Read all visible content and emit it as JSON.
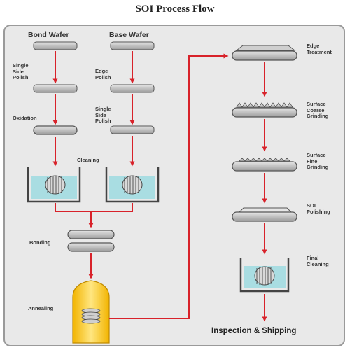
{
  "title": "SOI Process Flow",
  "labels": {
    "bond_wafer": "Bond Wafer",
    "base_wafer": "Base Wafer",
    "single_side_polish_left": "Single\nSide\nPolish",
    "edge_polish": "Edge\nPolish",
    "oxidation": "Oxidation",
    "single_side_polish_right": "Single\nSide\nPolish",
    "cleaning": "Cleaning",
    "bonding": "Bonding",
    "annealing": "Annealing",
    "edge_treatment": "Edge\nTreatment",
    "surface_coarse_grinding": "Surface\nCoarse\nGrinding",
    "surface_fine_grinding": "Surface\nFine\nGrinding",
    "soi_polishing": "SOI\nPolishing",
    "final_cleaning": "Final\nCleaning",
    "inspection_shipping": "Inspection & Shipping"
  },
  "colors": {
    "arrow": "#d8222a",
    "wafer_top": "#e6e6e6",
    "wafer_bottom": "#9c9c9c",
    "tank_water": "#a9dde2",
    "tank_wall": "#444444",
    "anneal_top": "#ffe680",
    "anneal_bottom": "#f2b400",
    "panel": "#e9e9e9"
  }
}
